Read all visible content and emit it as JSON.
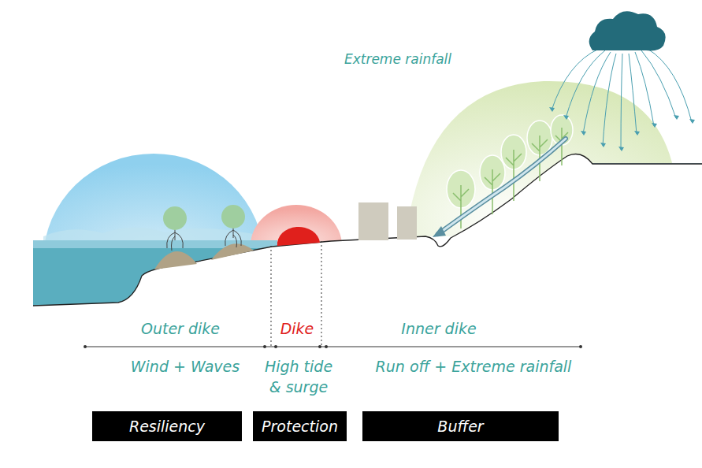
{
  "diagram": {
    "nodes": [
      {
        "text": [
          "Resiliency"
        ]
      },
      {
        "text": [
          "Protection"
        ]
      },
      {
        "text": [
          "Buffer"
        ]
      }
    ],
    "labels": [
      "Extreme rainfall",
      "Outer dike",
      "Dike",
      "Inner dike",
      "Wind + Waves",
      "High tide & surge",
      "Run off + Extreme rainfall"
    ]
  }
}
